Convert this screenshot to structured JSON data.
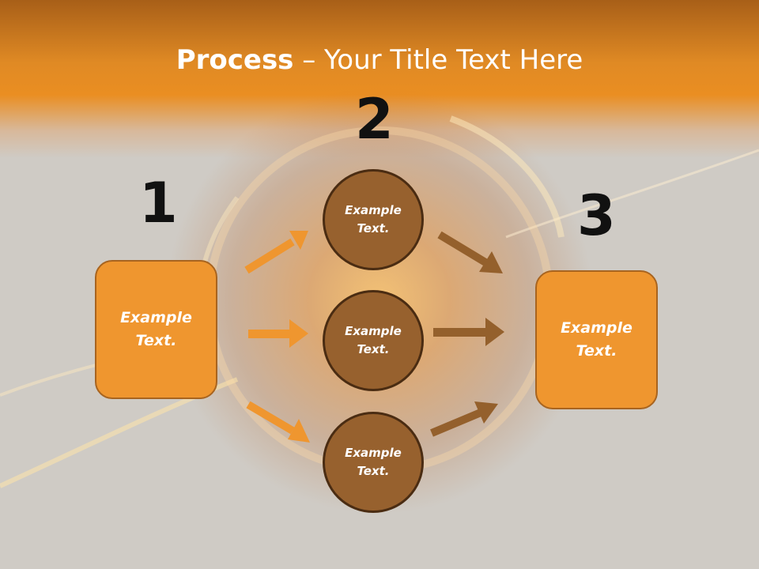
{
  "title": {
    "bold": "Process",
    "rest": " – Your Title Text Here"
  },
  "steps": {
    "one": "1",
    "two": "2",
    "three": "3"
  },
  "boxes": {
    "left": "Example\nText.",
    "right": "Example\nText."
  },
  "circles": {
    "top": "Example\nText.",
    "middle": "Example\nText.",
    "bottom": "Example\nText."
  },
  "colors": {
    "box": "#ef962f",
    "circle": "#97612e",
    "arrow_light": "#ef962f",
    "arrow_dark": "#94602c"
  }
}
